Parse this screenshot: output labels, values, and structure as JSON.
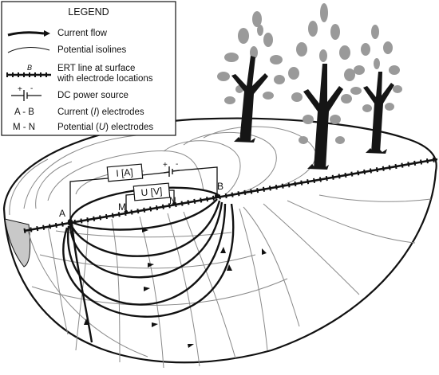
{
  "legend": {
    "title": "LEGEND",
    "items": [
      {
        "key": "current_flow",
        "label": "Current flow"
      },
      {
        "key": "isolines",
        "label": "Potential isolines"
      },
      {
        "key": "ert_line",
        "label": "ERT line at surface",
        "label2": "with electrode locations",
        "symbol_text": "B"
      },
      {
        "key": "dc_source",
        "label": "DC power source"
      },
      {
        "key": "ab",
        "symbol_text": "A - B",
        "label_pre": "Current (",
        "label_italic": "I",
        "label_post": ") electrodes"
      },
      {
        "key": "mn",
        "symbol_text": "M - N",
        "label_pre": "Potential (",
        "label_italic": "U",
        "label_post": ") electrodes"
      }
    ]
  },
  "diagram": {
    "electrode_a": "A",
    "electrode_b": "B",
    "electrode_m": "M",
    "electrode_n": "N",
    "current_meter": "I [A]",
    "voltage_meter": "U [V]"
  },
  "colors": {
    "foliage": "#9a9a9a",
    "trunk": "#151515",
    "line": "#111111",
    "isoline": "#8a8a8a"
  }
}
